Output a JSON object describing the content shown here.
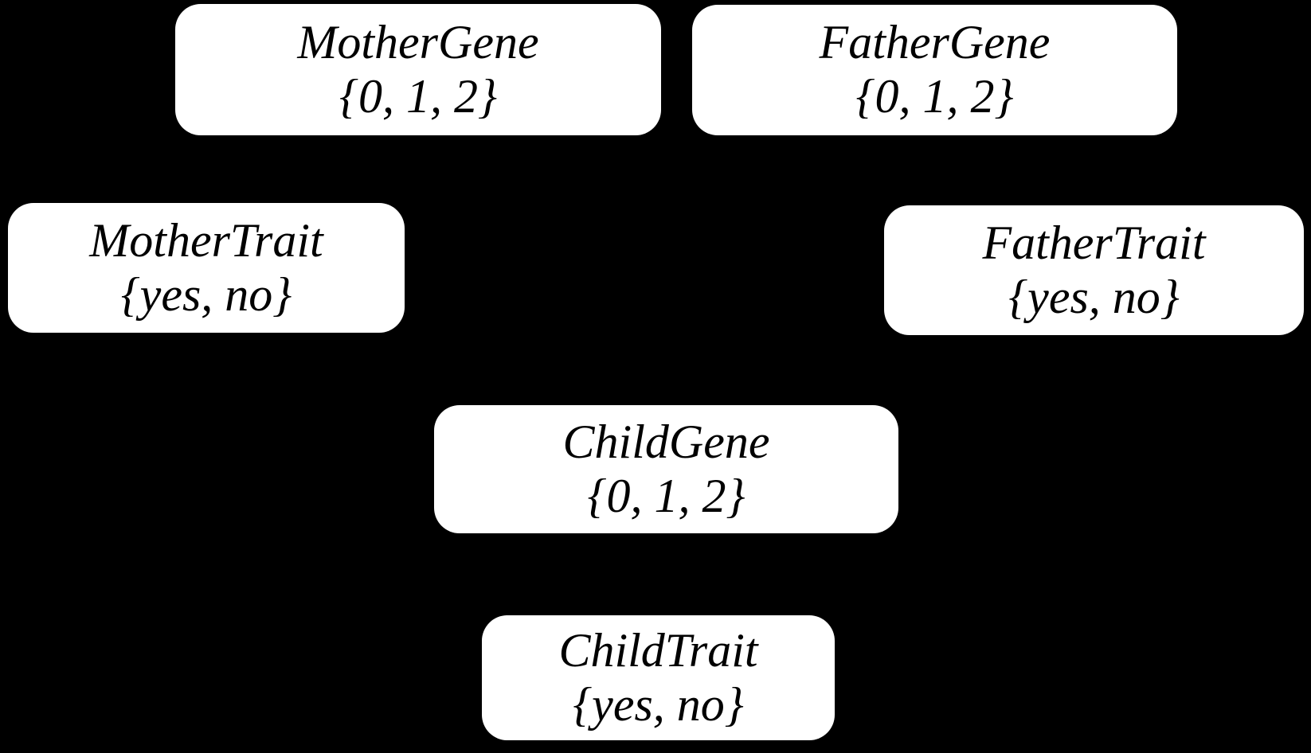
{
  "colors": {
    "background": "#000000",
    "node_fill": "#ffffff",
    "node_text": "#000000"
  },
  "diagram": {
    "type": "bayesian-network",
    "nodes": [
      {
        "id": "mother-gene",
        "name": "MotherGene",
        "domain": "{0, 1, 2}"
      },
      {
        "id": "father-gene",
        "name": "FatherGene",
        "domain": "{0, 1, 2}"
      },
      {
        "id": "mother-trait",
        "name": "MotherTrait",
        "domain": "{yes, no}"
      },
      {
        "id": "father-trait",
        "name": "FatherTrait",
        "domain": "{yes, no}"
      },
      {
        "id": "child-gene",
        "name": "ChildGene",
        "domain": "{0, 1, 2}"
      },
      {
        "id": "child-trait",
        "name": "ChildTrait",
        "domain": "{yes, no}"
      }
    ]
  }
}
